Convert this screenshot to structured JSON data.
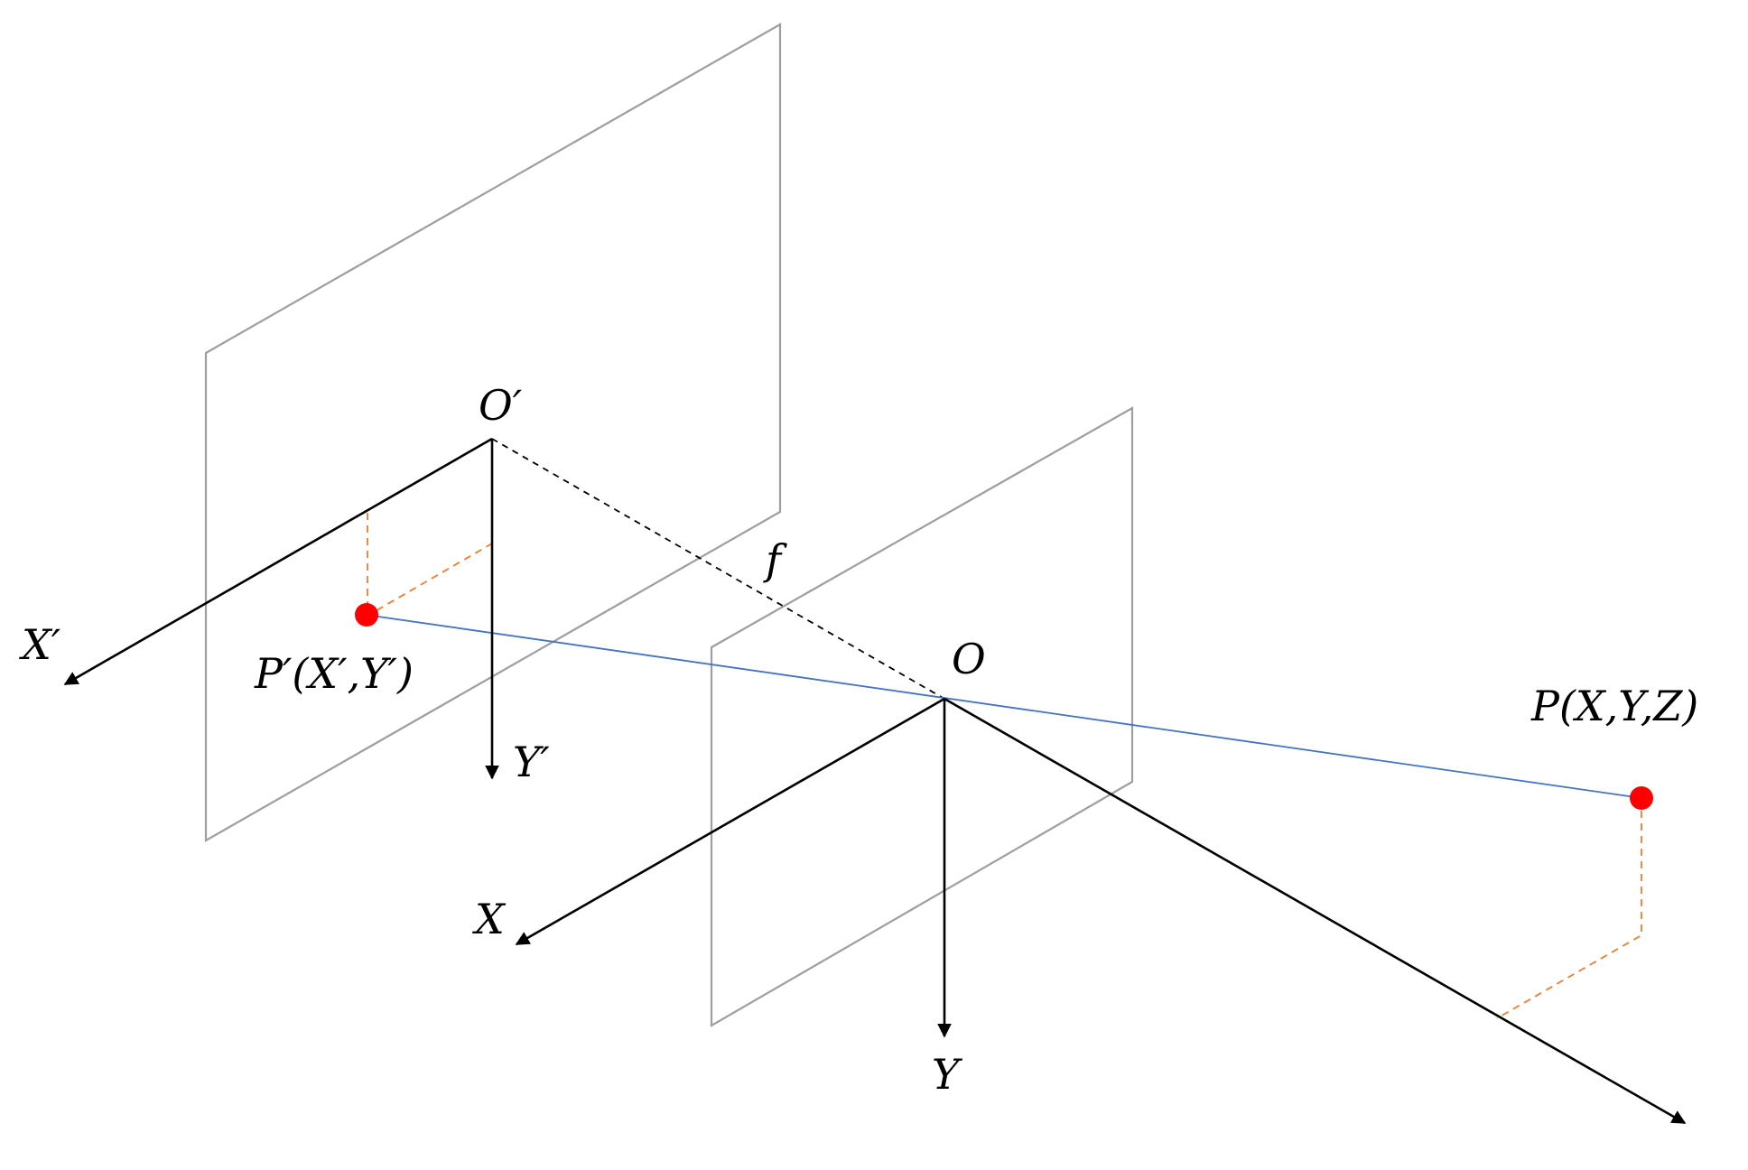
{
  "labels": {
    "image_origin": "O′",
    "image_x_axis": "X′",
    "image_y_axis": "Y′",
    "image_point": "P′(X′,Y′)",
    "focal_length": "f",
    "camera_origin": "O",
    "camera_x_axis": "X",
    "camera_y_axis": "Y",
    "world_point": "P(X,Y,Z)"
  },
  "colors": {
    "plane": "#9e9e9e",
    "axis": "#000000",
    "projection_ray": "#4472C4",
    "point": "#FF0000",
    "projection_guide": "#ED7D31"
  }
}
